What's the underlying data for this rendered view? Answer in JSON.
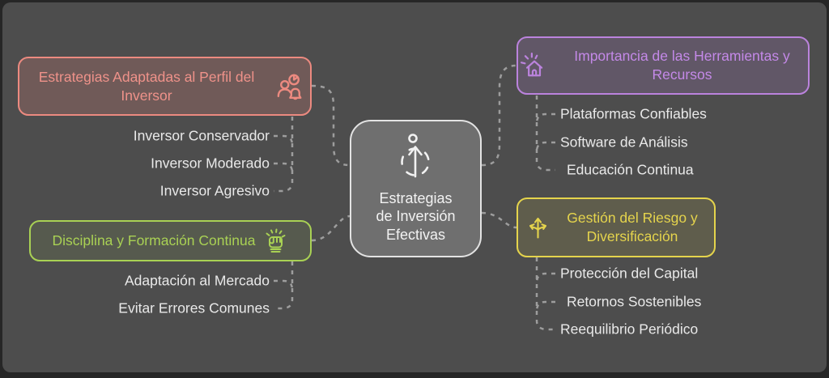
{
  "colors": {
    "background": "#4d4d4d",
    "frame": "#262626",
    "connector": "#9d9d9d",
    "center_fill": "#6f6f6f",
    "center_border": "#e3e3e3",
    "subtopic_text": "#e9e9e9",
    "branch_red": "#ec8a80",
    "branch_green": "#a9d154",
    "branch_purple": "#c489e8",
    "branch_yellow": "#e5d44c"
  },
  "center": {
    "lines": [
      "Estrategias",
      "de Inversión",
      "Efectivas"
    ],
    "icon": "growth-arrow-icon"
  },
  "branches": [
    {
      "title": "Estrategias Adaptadas al Perfil del Inversor",
      "icon": "user-notification-icon",
      "color": "#ec8a80",
      "children": [
        "Inversor Conservador",
        "Inversor Moderado",
        "Inversor Agresivo"
      ]
    },
    {
      "title": "Disciplina y Formación Continua",
      "icon": "raised-fist-icon",
      "color": "#a9d154",
      "children": [
        "Adaptación al Mercado",
        "Evitar Errores Comunes"
      ]
    },
    {
      "title": "Importancia de las Herramientas y Recursos",
      "icon": "shining-house-icon",
      "color": "#c489e8",
      "children": [
        "Plataformas Confiables",
        "Software de Análisis",
        "Educación Continua"
      ]
    },
    {
      "title": "Gestión del Riesgo y Diversificación",
      "icon": "branching-arrows-icon",
      "color": "#e5d44c",
      "children": [
        "Protección del Capital",
        "Retornos Sostenibles",
        "Reequilibrio Periódico"
      ]
    }
  ]
}
